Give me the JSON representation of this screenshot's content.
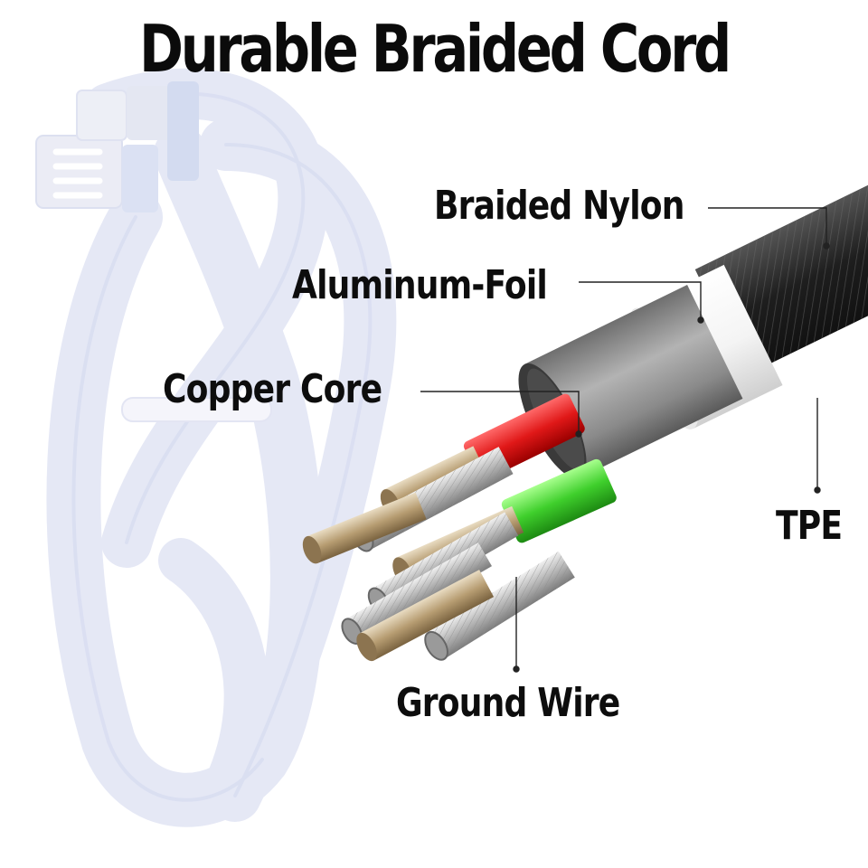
{
  "title": "Durable Braided Cord",
  "labels": {
    "braided_nylon": "Braided Nylon",
    "aluminum_foil": "Aluminum-Foil",
    "copper_core": "Copper Core",
    "tpe": "TPE",
    "ground_wire": "Ground Wire"
  },
  "colors": {
    "background_cable": "#e4e7f6",
    "nylon": "#2b2b2b",
    "foil": "#8c8c8c",
    "tpe": "#f2f2f2",
    "wire_red": "#e82222",
    "wire_green": "#44c83a",
    "copper": "#b8a07a",
    "strand": "#c8c8c8"
  }
}
